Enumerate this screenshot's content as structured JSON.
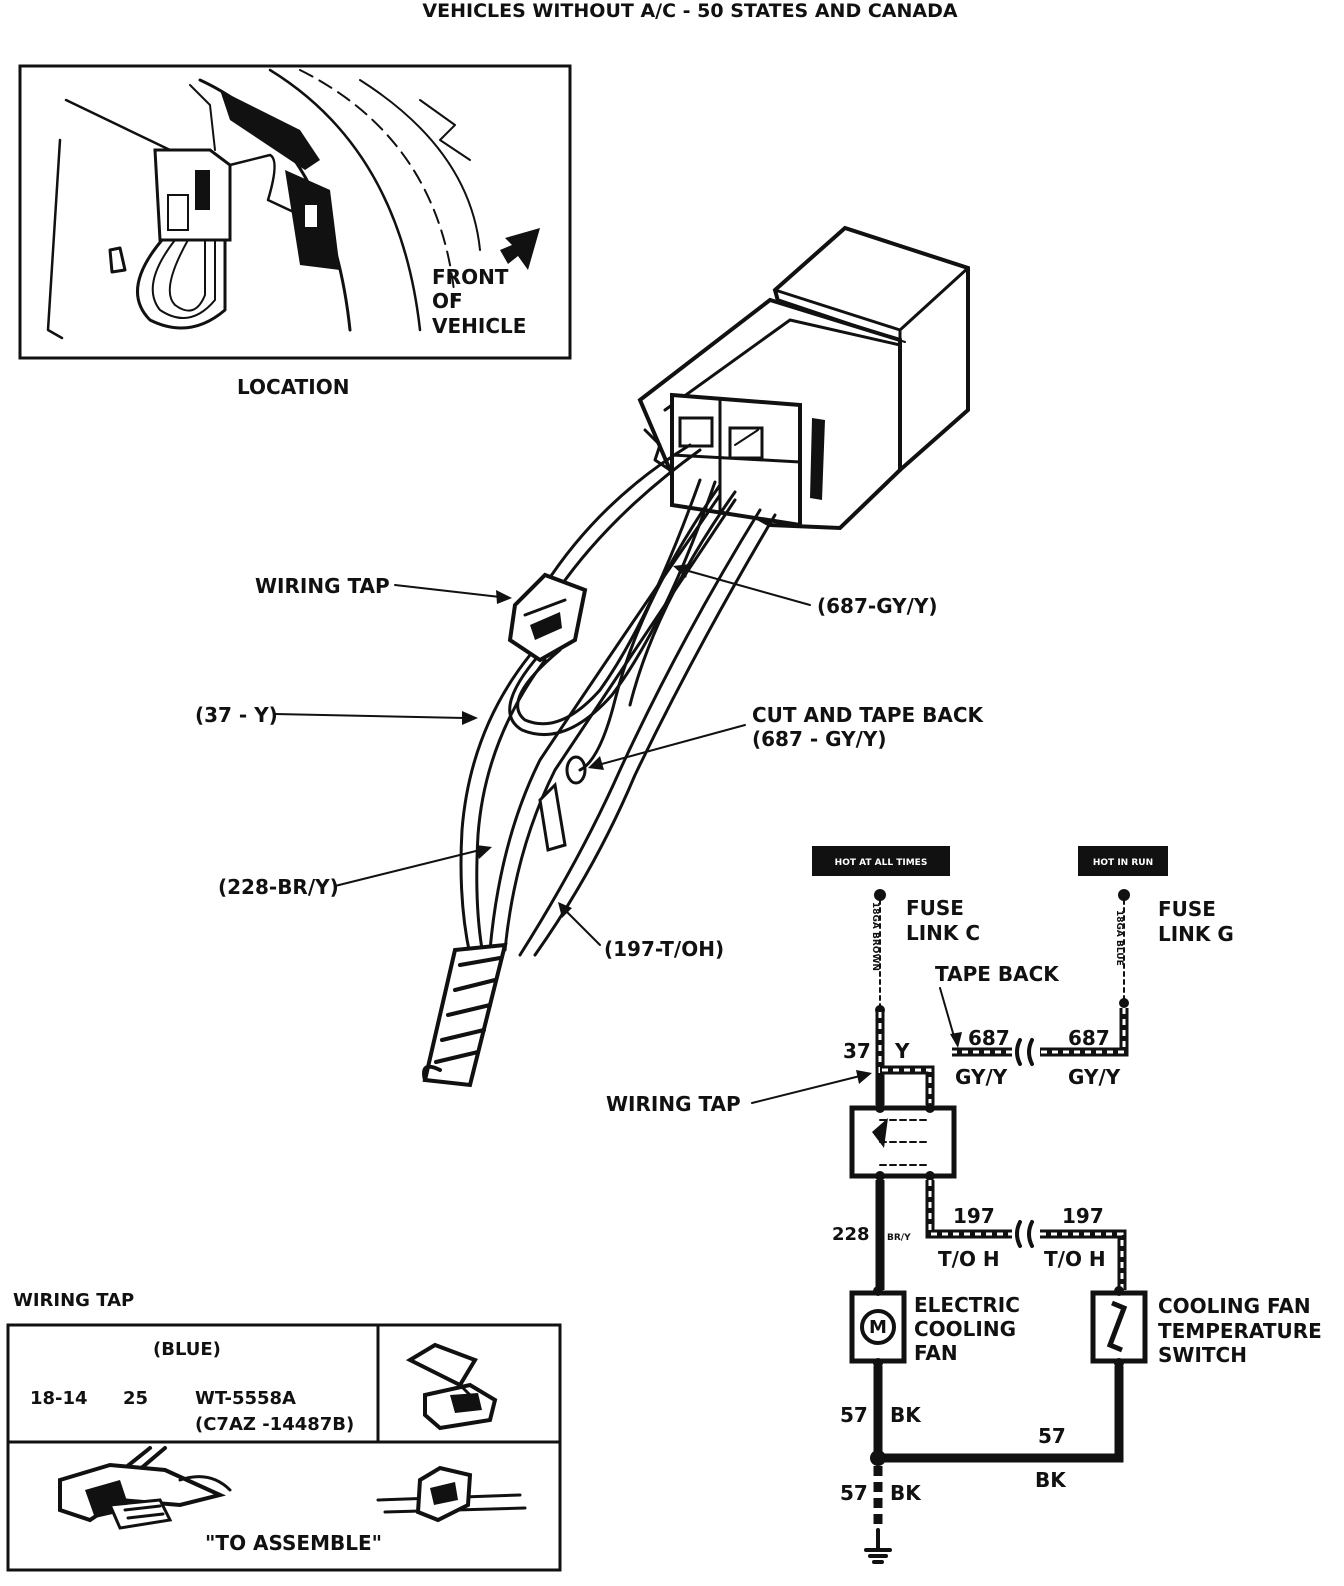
{
  "title": "VEHICLES WITHOUT A/C - 50 STATES AND CANADA",
  "location_inset": {
    "front_label": [
      "FRONT",
      "OF",
      "VEHICLE"
    ],
    "caption": "LOCATION"
  },
  "connector_callouts": {
    "wiring_tap": "WIRING TAP",
    "wire_687": "(687-GY/Y)",
    "wire_37": "(37 - Y)",
    "cut_tape_back_line1": "CUT AND TAPE BACK",
    "cut_tape_back_line2": "(687 - GY/Y)",
    "wire_228": "(228-BR/Y)",
    "wire_197": "(197-T/OH)"
  },
  "schematic": {
    "hot_always": "HOT AT ALL TIMES",
    "hot_run": "HOT IN RUN",
    "fuse_c_line1": "FUSE",
    "fuse_c_line2": "LINK C",
    "fuse_g_line1": "FUSE",
    "fuse_g_line2": "LINK G",
    "brown_wire": "18GA BROWN",
    "blue_wire": "18GA BLUE",
    "tape_back": "TAPE BACK",
    "w37_num": "37",
    "w37_color": "Y",
    "w687_left_num": "687",
    "w687_left_color": "GY/Y",
    "w687_right_num": "687",
    "w687_right_color": "GY/Y",
    "wiring_tap": "WIRING TAP",
    "w228_num": "228",
    "w228_color": "BR/Y",
    "w197_left_num": "197",
    "w197_left_color": "T/O  H",
    "w197_right_num": "197",
    "w197_right_color": "T/O  H",
    "fan_line1": "ELECTRIC",
    "fan_line2": "COOLING",
    "fan_line3": "FAN",
    "switch_line1": "COOLING FAN",
    "switch_line2": "TEMPERATURE",
    "switch_line3": "SWITCH",
    "w57a_num": "57",
    "w57a_color": "BK",
    "w57b_num": "57",
    "w57b_color": "BK",
    "w57c_num": "57",
    "w57c_color": "BK"
  },
  "wiring_tap_table": {
    "heading": "WIRING TAP",
    "color_note": "(BLUE)",
    "gauge": "18-14",
    "qty": "25",
    "part_number": "WT-5558A",
    "ford_number": "(C7AZ -14487B)",
    "assemble_caption": "\"TO ASSEMBLE\""
  }
}
